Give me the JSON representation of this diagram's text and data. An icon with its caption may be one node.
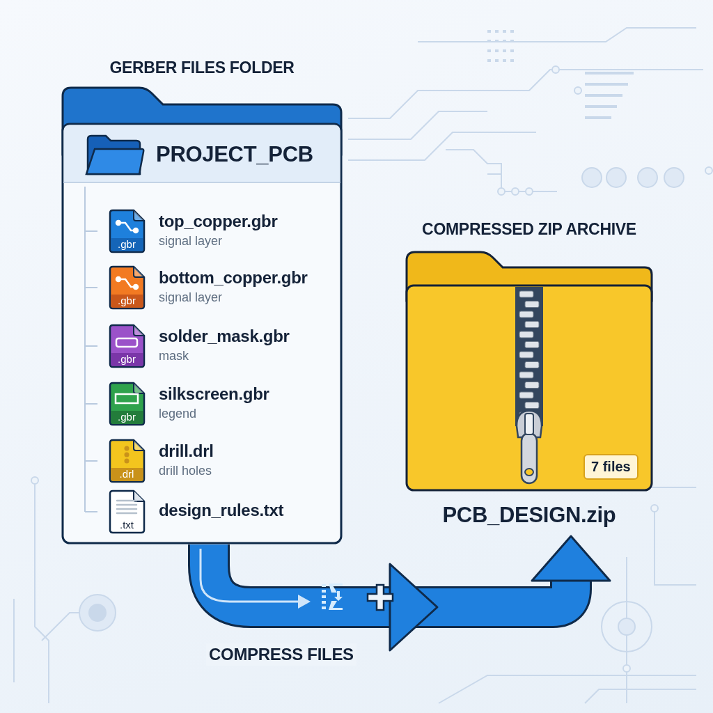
{
  "diagram": {
    "nodes": [
      {
        "text": [
          "GERBER FILES FOLDER",
          "PROJECT_PCB"
        ]
      },
      {
        "text": [
          ".gbr",
          "top_copper.gbr",
          "signal layer"
        ],
        "in": 0
      },
      {
        "text": [
          ".gbr",
          "bottom_copper.gbr",
          "signal layer"
        ],
        "in": 0
      },
      {
        "text": [
          ".gbr",
          "solder_mask.gbr",
          "mask"
        ],
        "in": 0
      },
      {
        "text": [
          ".gbr",
          "silkscreen.gbr",
          "legend"
        ],
        "in": 0
      },
      {
        "text": [
          ".drl",
          "drill.drl",
          "drill holes"
        ],
        "in": 0
      },
      {
        "text": [
          ".txt",
          "design_rules.txt"
        ],
        "in": 0
      },
      {
        "text": [
          "COMPRESSED ZIP ARCHIVE",
          "7 files",
          "PCB_DESIGN.zip"
        ]
      }
    ],
    "edges": [
      {
        "from": 0,
        "to": 7,
        "arrow": "to",
        "label": "COMPRESS FILES"
      }
    ]
  }
}
